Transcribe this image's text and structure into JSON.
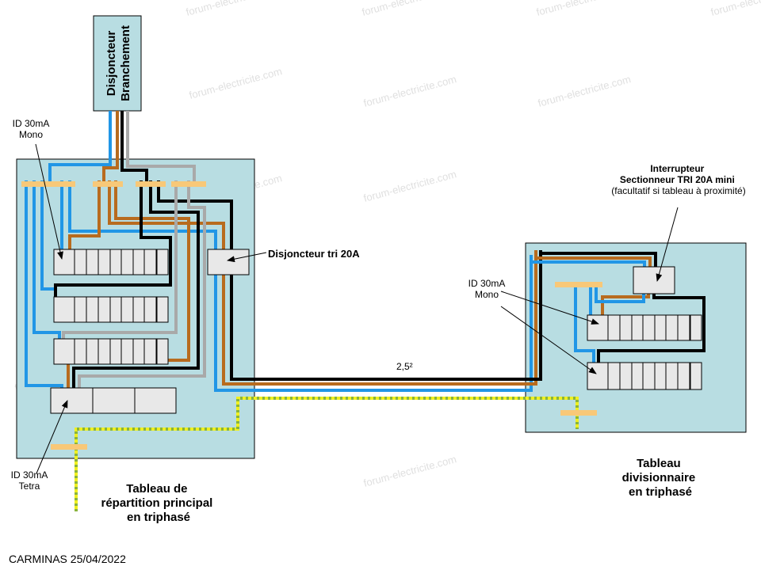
{
  "source_breaker": {
    "line1": "Disjoncteur",
    "line2": "Branchement"
  },
  "labels": {
    "id_mono_left": [
      "ID 30mA",
      "Mono"
    ],
    "id_tetra": [
      "ID 30mA",
      "Tetra"
    ],
    "disj_tri": "Disjoncteur tri 20A",
    "id_mono_right": [
      "ID 30mA",
      "Mono"
    ],
    "interrupteur": [
      "Interrupteur",
      "Sectionneur TRI 20A mini",
      "(facultatif si tableau à proximité)"
    ],
    "cable_section": "2,5²",
    "main_panel_title": [
      "Tableau de",
      "répartition principal",
      "en triphasé"
    ],
    "sub_panel_title": [
      "Tableau",
      "divisionnaire",
      "en triphasé"
    ],
    "author_date": "CARMINAS 25/04/2022"
  },
  "watermark": "forum-electricite.com",
  "colors": {
    "neutral": "#2196e6",
    "phase1": "#b86b1e",
    "phase2": "#000000",
    "phase3": "#a9a9a9",
    "earth": "#f0f020",
    "panel": "#b8dde2"
  }
}
